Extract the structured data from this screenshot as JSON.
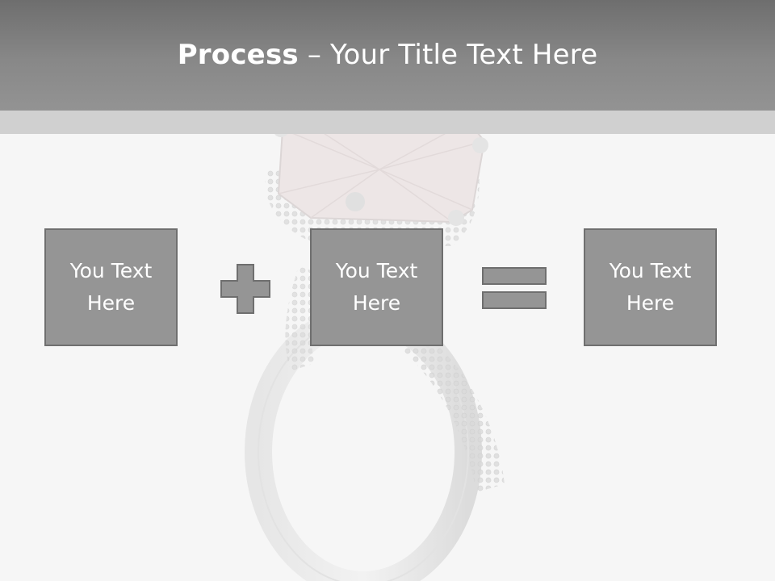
{
  "slide": {
    "title_bold": "Process",
    "title_rest": " – Your Title Text Here"
  },
  "steps": [
    {
      "label": "You Text Here"
    },
    {
      "label": "You Text Here"
    },
    {
      "label": "You Text Here"
    }
  ],
  "operators": {
    "first": "plus-icon",
    "second": "equals-icon"
  },
  "colors": {
    "header": "#888888",
    "strip": "#d0d0d0",
    "box_fill": "#959595",
    "box_border": "#6f6f6f",
    "text": "#ffffff"
  }
}
